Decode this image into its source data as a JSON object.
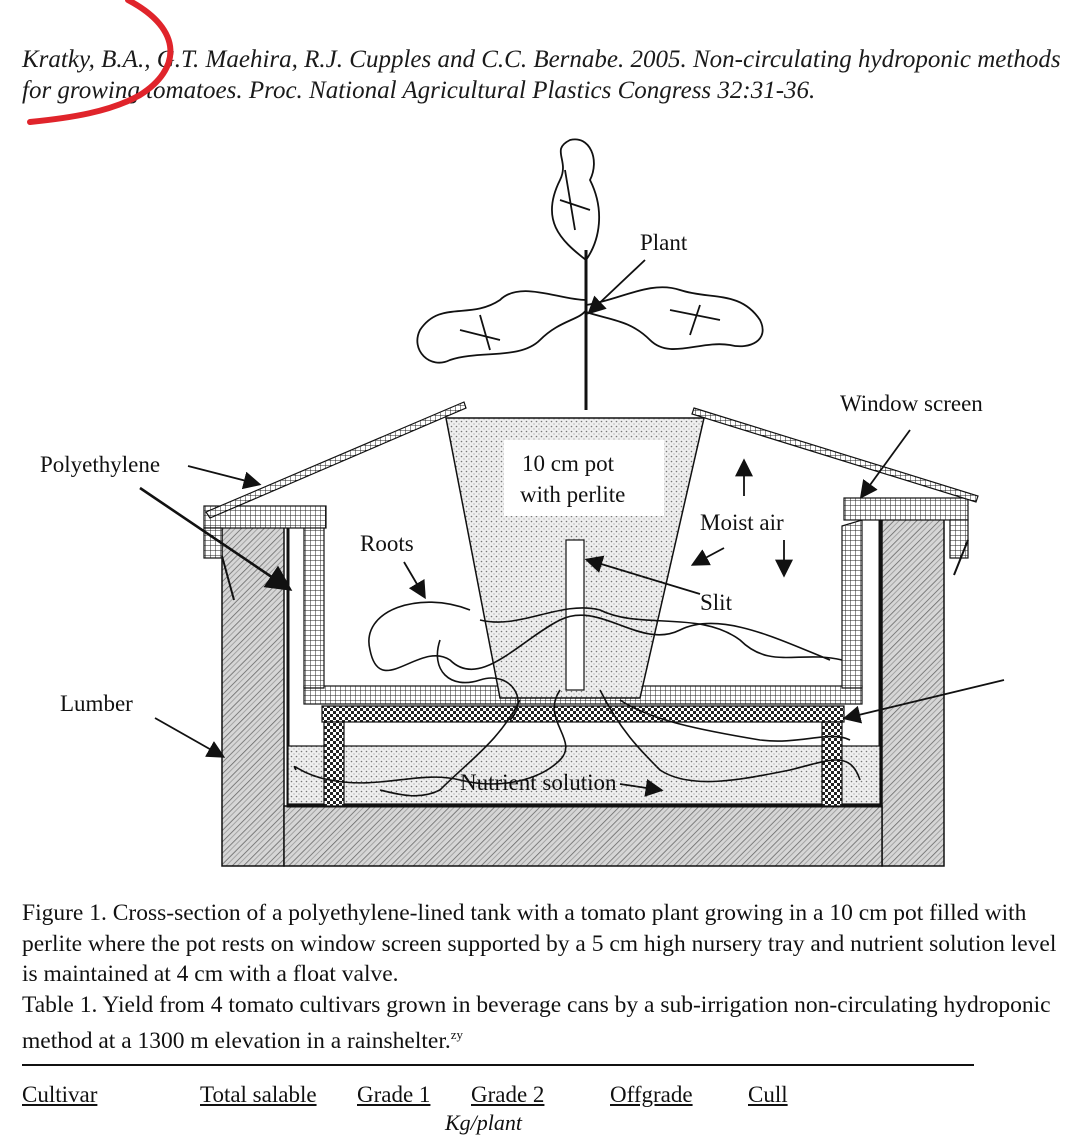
{
  "citation": "Kratky, B.A., G.T. Maehira, R.J. Cupples and C.C. Bernabe.  2005.  Non-circulating hydroponic methods for growing tomatoes. Proc. National Agricultural Plastics Congress 32:31-36.",
  "figure": {
    "labels": {
      "plant": "Plant",
      "window_screen": "Window screen",
      "polyethylene": "Polyethylene",
      "pot_line1": "10 cm pot",
      "pot_line2": "with perlite",
      "moist_air": "Moist air",
      "roots": "Roots",
      "slit": "Slit",
      "lumber": "Lumber",
      "nutrient": "Nutrient solution"
    }
  },
  "caption": {
    "figure1": "Figure 1. Cross-section of a polyethylene-lined tank with a tomato plant growing in a 10 cm pot filled with perlite where the pot rests on window screen supported by a 5 cm high nursery tray and nutrient solution level is maintained at 4 cm with a float valve.",
    "table1": "Table 1.  Yield from 4 tomato cultivars grown in beverage cans by a sub-irrigation non-circulating hydroponic method at a 1300 m elevation in a rainshelter.",
    "table1_sup": "zy"
  },
  "table": {
    "headers": [
      "Cultivar",
      "Total salable",
      "Grade 1",
      "Grade 2",
      "Offgrade",
      "Cull"
    ],
    "unit": "Kg/plant"
  }
}
